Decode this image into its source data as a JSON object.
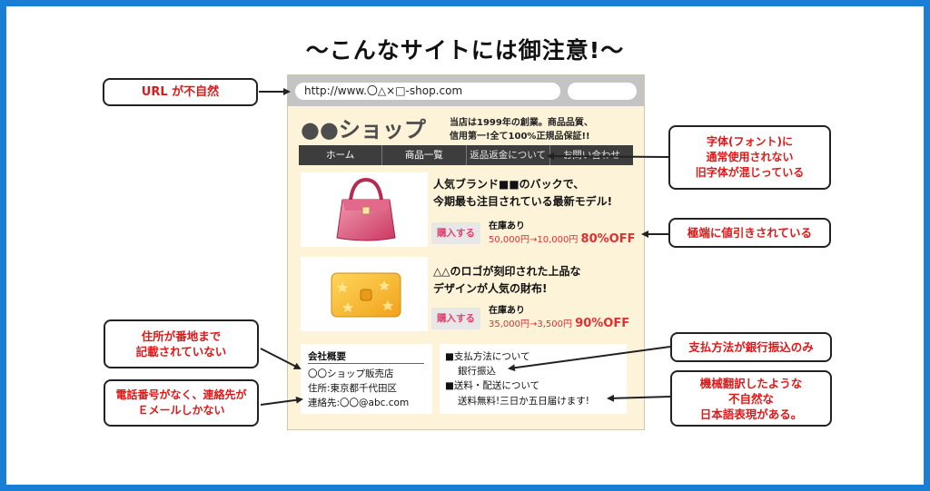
{
  "title": "〜こんなサイトには御注意!〜",
  "browser": {
    "url": "http://www.〇△×□-shop.com"
  },
  "shop": {
    "logo": "●●ショップ",
    "tagline_line1": "当店は1999年の創業。商品品質、",
    "tagline_line2": "信用第一!全て100%正規品保証!!",
    "nav": [
      "ホーム",
      "商品一覧",
      "返品返金について",
      "お問い合わせ"
    ]
  },
  "products": [
    {
      "title_line1": "人気ブランド■■のバックで、",
      "title_line2": "今期最も注目されている最新モデル!",
      "buy_label": "購入する",
      "stock": "在庫あり",
      "price": "50,000円→10,000円",
      "discount": "80%OFF",
      "icon": "handbag-icon"
    },
    {
      "title_line1": "△△のロゴが刻印された上品な",
      "title_line2": "デザインが人気の財布!",
      "buy_label": "購入する",
      "stock": "在庫あり",
      "price": "35,000円→3,500円",
      "discount": "90%OFF",
      "icon": "wallet-icon"
    }
  ],
  "company": {
    "heading": "会社概要",
    "name": "〇〇ショップ販売店",
    "address": "住所:東京都千代田区",
    "contact": "連絡先:〇〇@abc.com"
  },
  "payment": {
    "method_heading": "■支払方法について",
    "method_value": "銀行振込",
    "shipping_heading": "■送料・配送について",
    "shipping_value": "送料無料!三日か五日届けます!"
  },
  "callouts": {
    "url": "URL が不自然",
    "font_line1": "字体(フォント)に",
    "font_line2": "通常使用されない",
    "font_line3": "旧字体が混じっている",
    "discount": "極端に値引きされている",
    "address_line1": "住所が番地まで",
    "address_line2": "記載されていない",
    "contact_line1": "電話番号がなく、連絡先が",
    "contact_line2": "Ｅメールしかない",
    "bank": "支払方法が銀行振込のみ",
    "translation_line1": "機械翻訳したような",
    "translation_line2": "不自然な",
    "translation_line3": "日本語表現がある。"
  },
  "colors": {
    "frame": "#1a7ed4",
    "callout_text": "#e01818",
    "page_bg": "#fdf3d9",
    "price": "#e03030"
  }
}
